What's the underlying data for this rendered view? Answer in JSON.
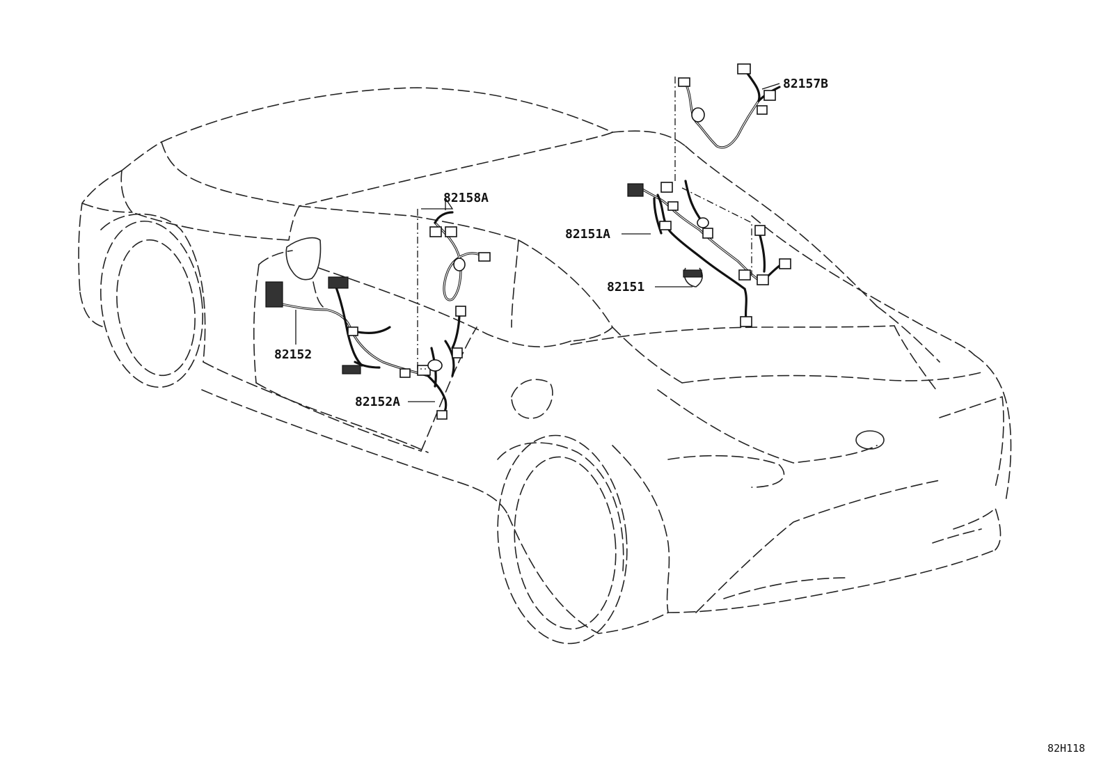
{
  "parts": [
    {
      "id": "82157B",
      "label": "82157B"
    },
    {
      "id": "82158A",
      "label": "82158A"
    },
    {
      "id": "82151A",
      "label": "82151A"
    },
    {
      "id": "82151",
      "label": "82151"
    },
    {
      "id": "82152",
      "label": "82152"
    },
    {
      "id": "82152A",
      "label": "82152A"
    }
  ],
  "diagram_code": "82H118",
  "colors": {
    "line": "#222222",
    "background": "#ffffff"
  }
}
